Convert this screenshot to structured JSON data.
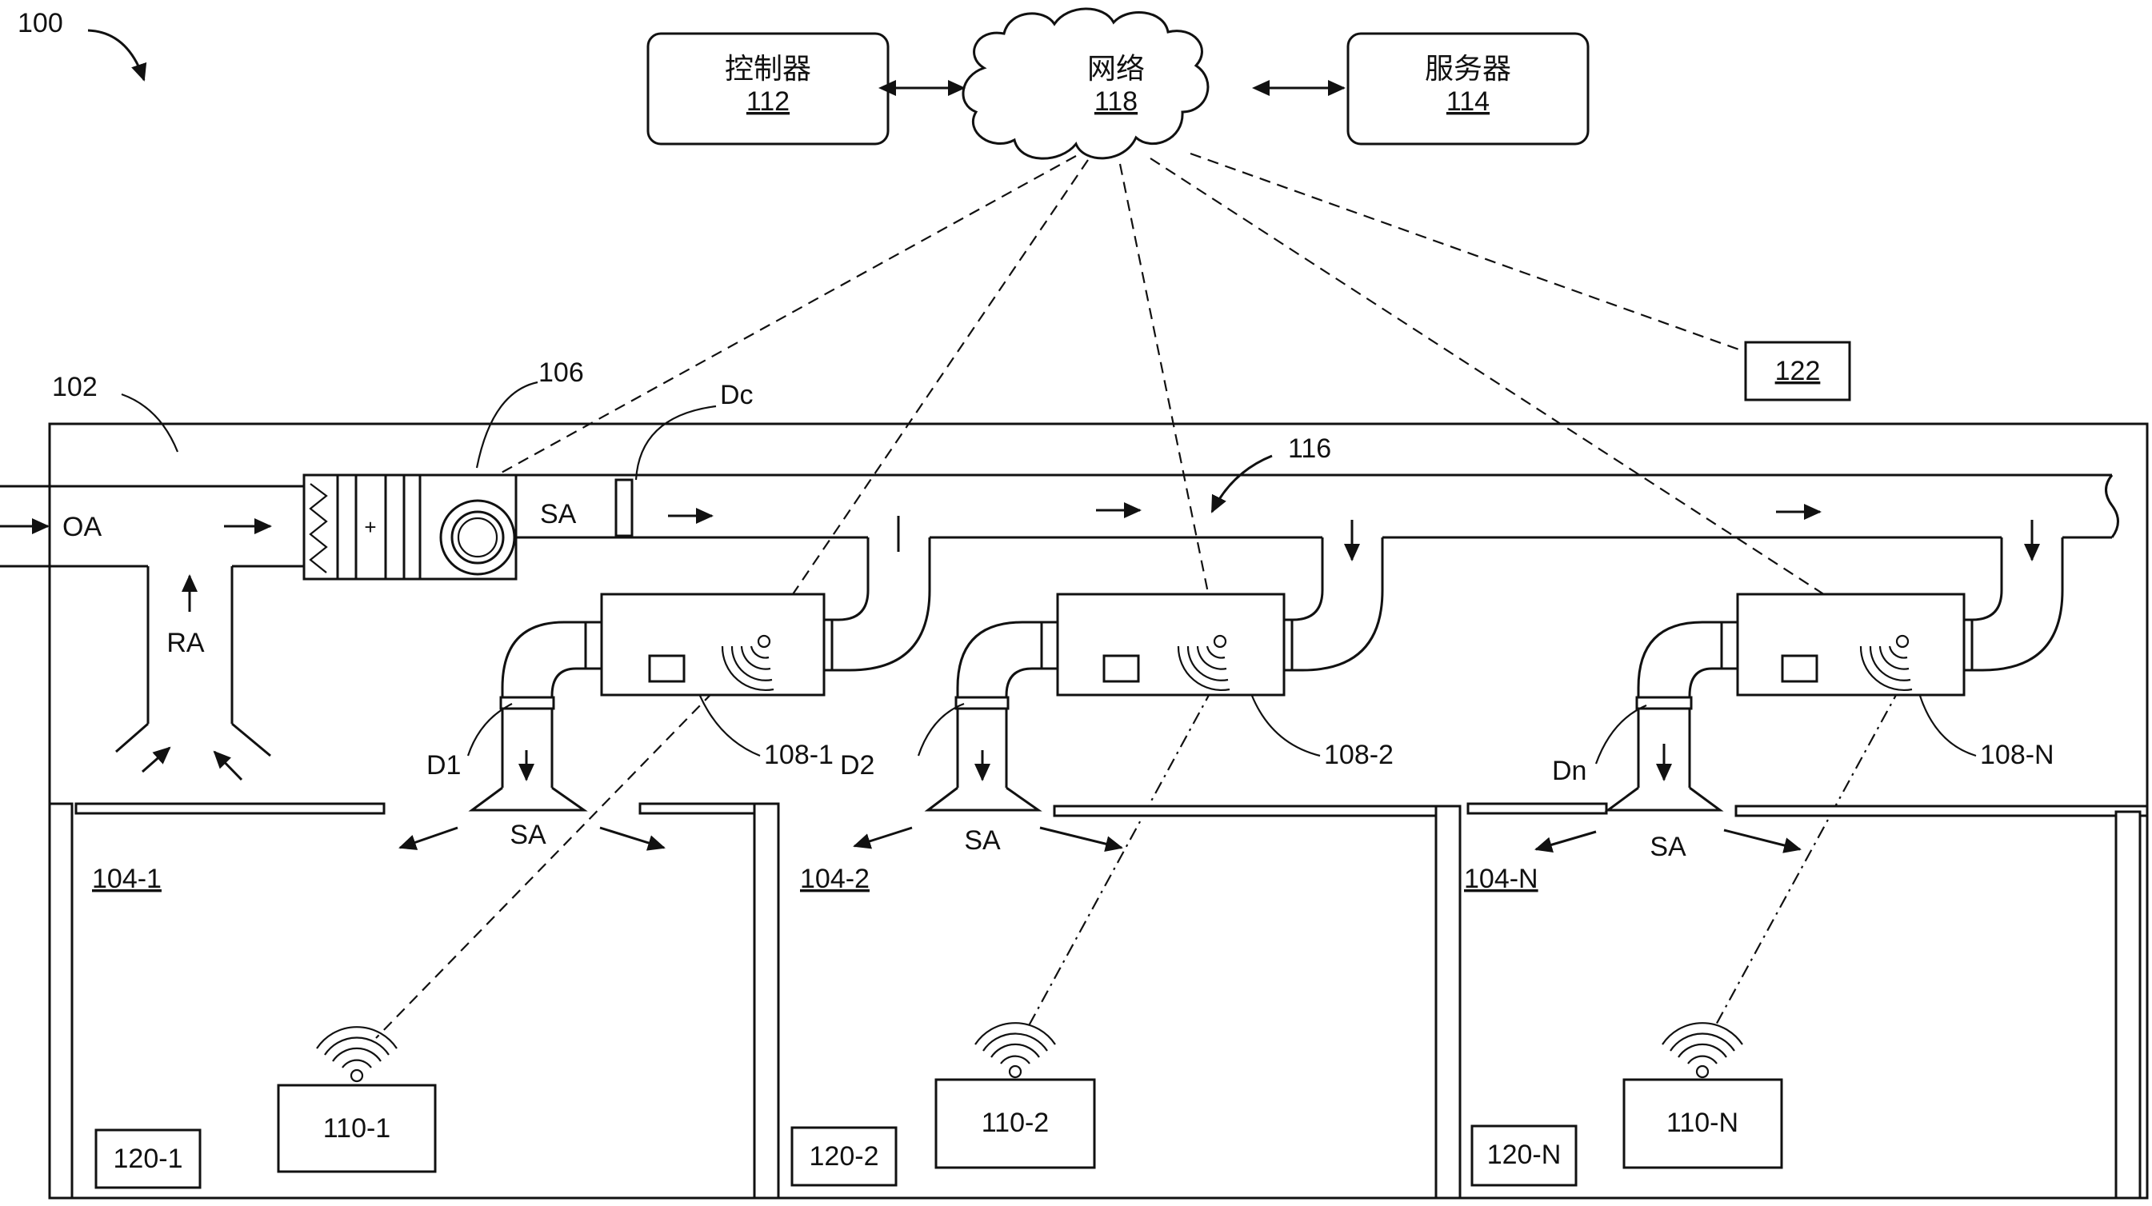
{
  "figure_label": "100",
  "controller": {
    "title": "控制器",
    "ref": "112"
  },
  "network": {
    "title": "网络",
    "ref": "118"
  },
  "server": {
    "title": "服务器",
    "ref": "114"
  },
  "ref_122": "122",
  "building_ref": "102",
  "ahu_ref": "106",
  "damper_c": "Dc",
  "duct_ref": "116",
  "outside_air": "OA",
  "return_air": "RA",
  "supply_air": "SA",
  "zones": [
    {
      "vav": "108-1",
      "damper": "D1",
      "room": "104-1",
      "thermostat": "110-1",
      "area": "120-1",
      "diffuser_air": "SA"
    },
    {
      "vav": "108-2",
      "damper": "D2",
      "room": "104-2",
      "thermostat": "110-2",
      "area": "120-2",
      "diffuser_air": "SA"
    },
    {
      "vav": "108-N",
      "damper": "Dn",
      "room": "104-N",
      "thermostat": "110-N",
      "area": "120-N",
      "diffuser_air": "SA"
    }
  ]
}
